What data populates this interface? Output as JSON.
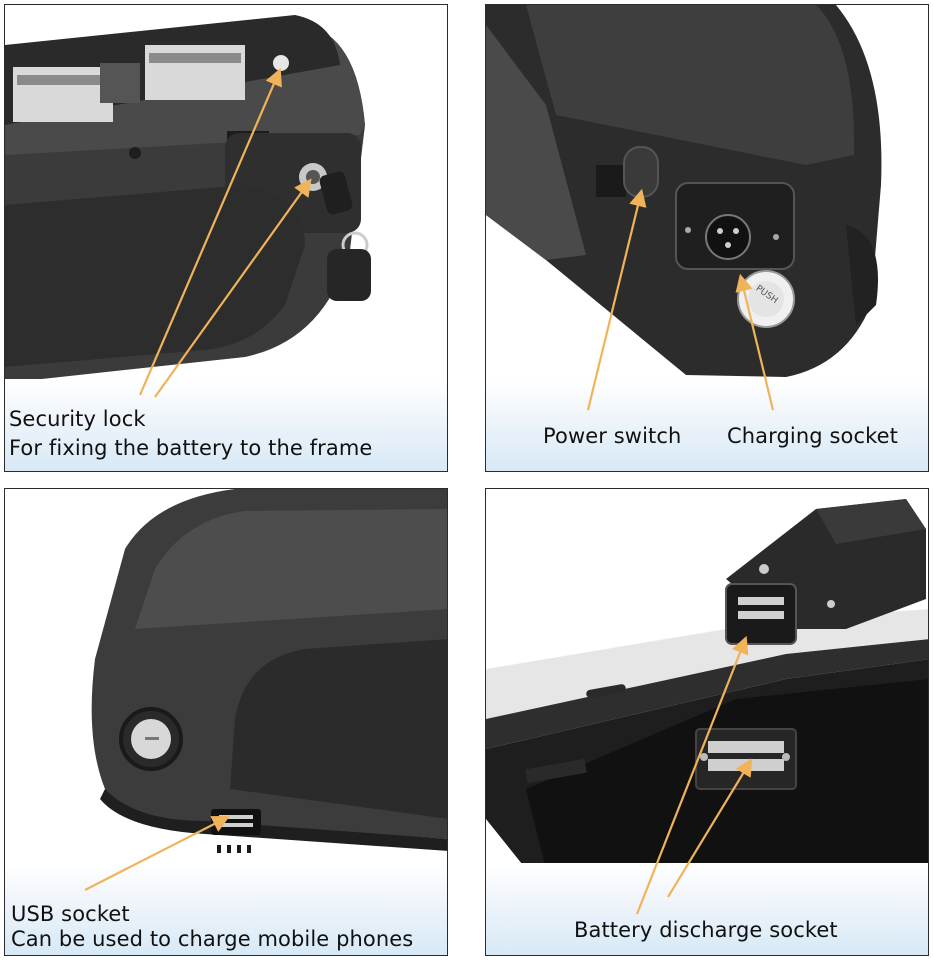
{
  "panels": {
    "security_lock": {
      "label": "Security lock",
      "description": "For fixing the battery to the frame"
    },
    "power_charging": {
      "power_label": "Power switch",
      "charging_label": "Charging socket",
      "push_text": "PUSH"
    },
    "usb": {
      "label": "USB socket",
      "description": "Can be used to charge mobile phones"
    },
    "discharge": {
      "label": "Battery discharge socket"
    }
  },
  "colors": {
    "arrow": "#f0b35a",
    "battery_body": "#3a3a3a",
    "border": "#2b2b2b",
    "caption_bottom": "#d7e9f6"
  }
}
